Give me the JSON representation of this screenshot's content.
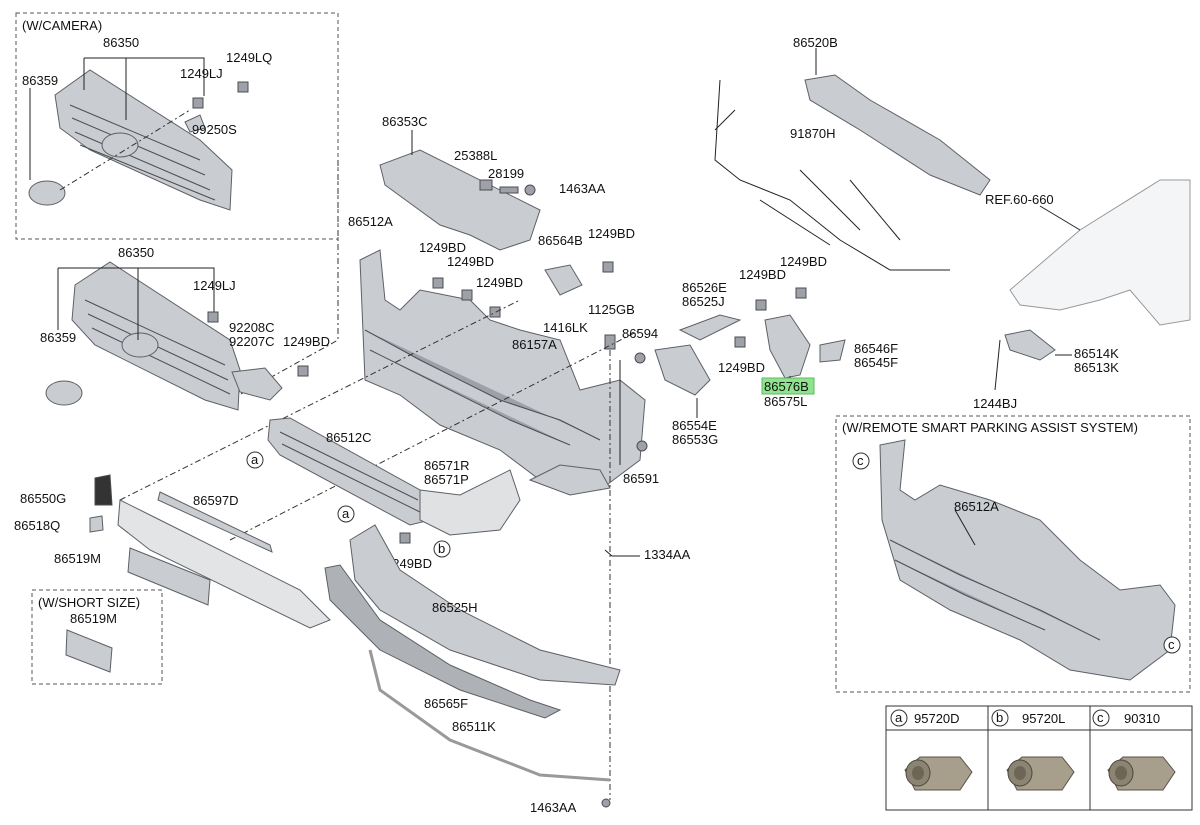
{
  "boxes": {
    "camera": "(W/CAMERA)",
    "short_size": "(W/SHORT SIZE)",
    "remote_parking": "(W/REMOTE SMART PARKING ASSIST SYSTEM)"
  },
  "labels": {
    "p86350_top": "86350",
    "p86359_top": "86359",
    "p1249LQ": "1249LQ",
    "p1249LJ_top": "1249LJ",
    "p99250S": "99250S",
    "p86350_mid": "86350",
    "p1249LJ_mid": "1249LJ",
    "p86359_mid": "86359",
    "p92208C": "92208C",
    "p92207C": "92207C",
    "p1249BD_grille": "1249BD",
    "p86353C": "86353C",
    "p25388L": "25388L",
    "p28199": "28199",
    "p1463AA_top": "1463AA",
    "p86512A": "86512A",
    "p1249BD_a": "1249BD",
    "p1249BD_b": "1249BD",
    "p1249BD_c": "1249BD",
    "p86564B": "86564B",
    "p1249BD_d": "1249BD",
    "p1125GB": "1125GB",
    "p1416LK": "1416LK",
    "p86594": "86594",
    "p86157A": "86157A",
    "p86520B": "86520B",
    "p91870H": "91870H",
    "pREF": "REF.60-660",
    "p86526E": "86526E",
    "p86525J": "86525J",
    "p1249BD_e": "1249BD",
    "p1249BD_f": "1249BD",
    "p1249BD_g": "1249BD",
    "p86576B": "86576B",
    "p86575L": "86575L",
    "p86546F": "86546F",
    "p86545F": "86545F",
    "p86554E": "86554E",
    "p86553G": "86553G",
    "p86514K": "86514K",
    "p86513K": "86513K",
    "p1244BJ": "1244BJ",
    "p86512C": "86512C",
    "p86571R": "86571R",
    "p86571P": "86571P",
    "p86591": "86591",
    "p86550G": "86550G",
    "p86518Q": "86518Q",
    "p86597D": "86597D",
    "p86519M": "86519M",
    "p86519M_short": "86519M",
    "p1249BD_h": "1249BD",
    "p1334AA": "1334AA",
    "p86525H": "86525H",
    "p86565F": "86565F",
    "p86511K": "86511K",
    "p1463AA_bottom": "1463AA",
    "p86512A_remote": "86512A"
  },
  "callouts": {
    "a": "a",
    "b": "b",
    "c": "c"
  },
  "legend": [
    {
      "key": "a",
      "part": "95720D"
    },
    {
      "key": "b",
      "part": "95720L"
    },
    {
      "key": "c",
      "part": "90310"
    }
  ],
  "colors": {
    "highlight": "#8fe38f",
    "part_fill": "#c9ccd0"
  }
}
